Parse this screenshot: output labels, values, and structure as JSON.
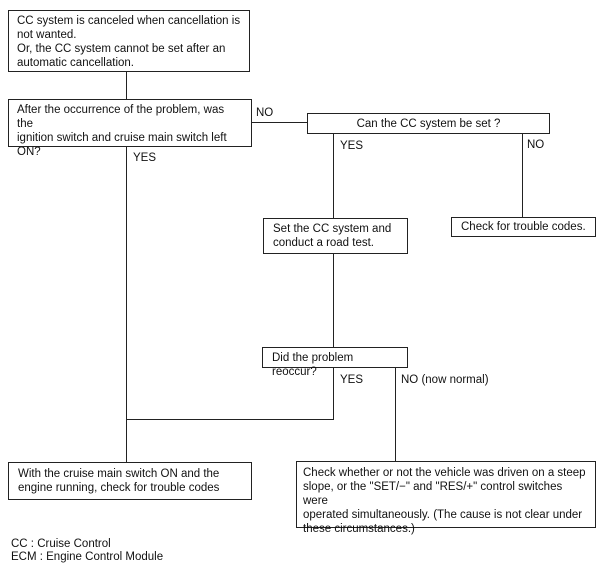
{
  "nodes": {
    "start": [
      "CC system is canceled when cancellation is",
      "not wanted.",
      "Or, the CC system cannot be set after an",
      "automatic cancellation."
    ],
    "q_switch_on": [
      "After the occurrence of the problem, was the",
      "ignition switch and cruise main switch left",
      "ON?"
    ],
    "q_can_set": "Can the CC system be set ?",
    "road_test": [
      "Set the CC system and",
      "conduct a road test."
    ],
    "check_codes": "Check for trouble codes.",
    "q_reoccur": "Did the problem reoccur?",
    "check_codes_running": [
      "With the cruise main switch ON and the",
      "engine running, check for trouble codes"
    ],
    "check_steep": [
      "Check whether or not the vehicle was driven on a steep",
      "slope, or the \"SET/−\" and \"RES/+\" control switches were",
      "operated simultaneously. (The cause is not clear under",
      "these circumstances.)"
    ]
  },
  "labels": {
    "no1": "NO",
    "yes1": "YES",
    "yes2": "YES",
    "no2": "NO",
    "yes3": "YES",
    "no3": "NO (now normal)"
  },
  "legend": [
    "CC : Cruise Control",
    "ECM : Engine Control Module"
  ]
}
